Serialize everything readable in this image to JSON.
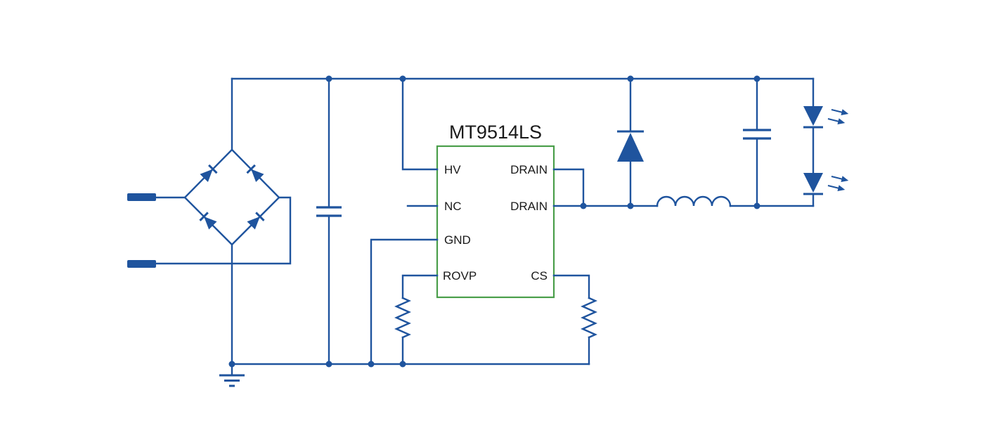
{
  "page": {
    "background": "#FFFFFF"
  },
  "ic": {
    "label": "MT9514LS",
    "left_pins": [
      "HV",
      "NC",
      "GND",
      "ROVP"
    ],
    "right_pins": [
      "DRAIN",
      "DRAIN",
      "CS"
    ]
  },
  "components": [
    "ac-input-terminal-top",
    "ac-input-terminal-bottom",
    "bridge-rectifier",
    "input-filter-capacitor",
    "controller-ic-mt9514ls",
    "rovp-resistor",
    "cs-resistor",
    "flyback-diode",
    "output-inductor",
    "output-capacitor",
    "led-1",
    "led-2",
    "ground-symbol"
  ],
  "colors": {
    "wire": "#1F549E",
    "ic_border": "#4A9E4A",
    "text": "#1A1A1A",
    "background": "#FFFFFF"
  }
}
